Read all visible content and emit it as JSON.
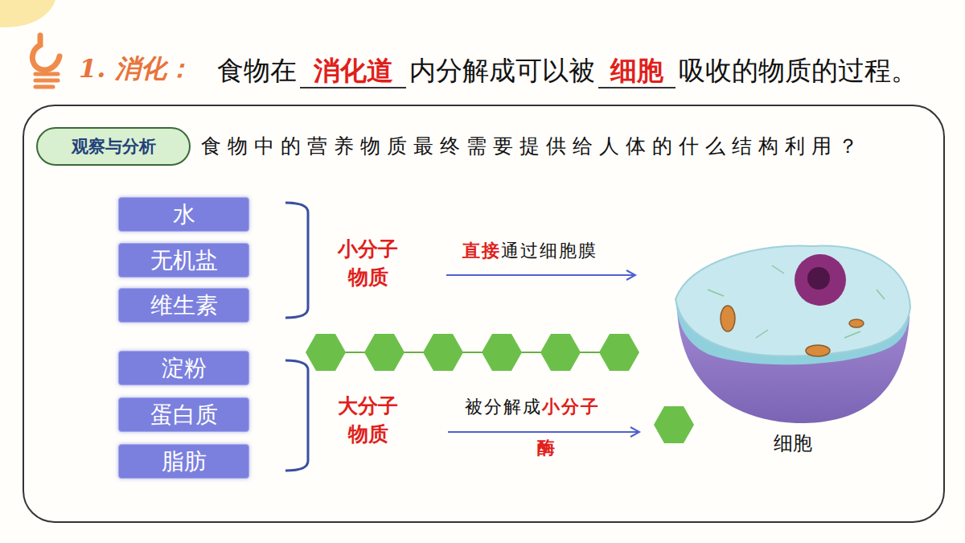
{
  "diagram": {
    "title": "1. 消化：",
    "nodes": [
      {
        "text": [
          "食物中的营养物质最终需要提供给人体的什么结构利用？"
        ]
      },
      {
        "text": [
          "观察与分析"
        ],
        "in": 0
      },
      {
        "text": [
          "水"
        ],
        "in": 0
      },
      {
        "text": [
          "无机盐"
        ],
        "in": 0
      },
      {
        "text": [
          "维生素"
        ],
        "in": 0
      },
      {
        "text": [
          "淀粉"
        ],
        "in": 0
      },
      {
        "text": [
          "蛋白质"
        ],
        "in": 0
      },
      {
        "text": [
          "脂肪"
        ],
        "in": 0
      }
    ],
    "labels": [
      "食物在",
      "消化道",
      "内分解成可以被",
      "细胞",
      "吸收的物质的过程。",
      "小分子 物质",
      "直接",
      "通过细胞膜",
      "大分子 物质",
      "被分解成",
      "小分子",
      "酶",
      "细胞"
    ]
  }
}
